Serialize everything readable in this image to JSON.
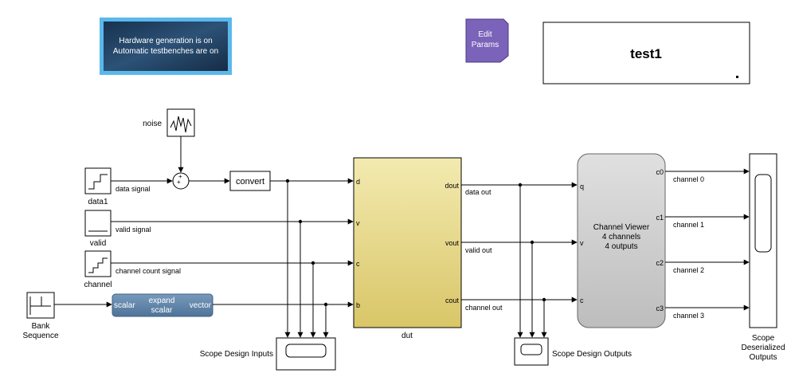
{
  "banner": {
    "line1": "Hardware generation is on",
    "line2": "Automatic testbenches are on"
  },
  "edit_params": {
    "line1": "Edit",
    "line2": "Params"
  },
  "title_box": {
    "text": "test1"
  },
  "blocks": {
    "noise": "noise",
    "data1": "data1",
    "valid": "valid",
    "channel": "channel",
    "bank_line1": "Bank",
    "bank_line2": "Sequence",
    "convert": "convert",
    "sum_plus1": "+",
    "sum_plus2": "+",
    "expand_scalar": "scalar",
    "expand_line1": "expand",
    "expand_line2": "scalar",
    "expand_vector": "vector",
    "dut": "dut",
    "scope_inputs": "Scope Design Inputs",
    "scope_outputs": "Scope Design Outputs",
    "scope_deser_line1": "Scope",
    "scope_deser_line2": "Deserialized",
    "scope_deser_line3": "Outputs"
  },
  "dut_ports": {
    "in_d": "d",
    "in_v": "v",
    "in_c": "c",
    "in_b": "b",
    "out_dout": "dout",
    "out_vout": "vout",
    "out_cout": "cout"
  },
  "channel_viewer": {
    "line1": "Channel Viewer",
    "line2": "4 channels",
    "line3": "4 outputs",
    "in_q": "q",
    "in_v": "v",
    "in_c": "c",
    "out_c0": "c0",
    "out_c1": "c1",
    "out_c2": "c2",
    "out_c3": "c3"
  },
  "signals": {
    "data_signal": "data signal",
    "valid_signal": "valid signal",
    "channel_count_signal": "channel count signal",
    "data_out": "data out",
    "valid_out": "valid out",
    "channel_out": "channel out",
    "channel_0": "channel 0",
    "channel_1": "channel 1",
    "channel_2": "channel 2",
    "channel_3": "channel 3"
  },
  "colors": {
    "banner_border": "#5bb8ea",
    "banner_fill": "#1e3b5a",
    "edit_params_fill": "#7a63b8",
    "dut_fill": "#e8d98a",
    "viewer_fill": "#cfcfcf",
    "expand_fill": "#5f85ab",
    "wire": "#000000"
  }
}
